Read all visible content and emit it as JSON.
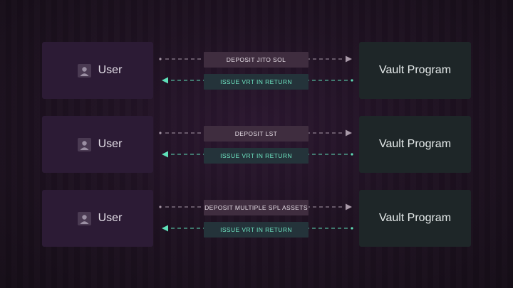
{
  "rows": [
    {
      "user_label": "User",
      "program_label": "Vault Program",
      "request_label": "DEPOSIT JITO SOL",
      "response_label": "ISSUE VRT IN RETURN"
    },
    {
      "user_label": "User",
      "program_label": "Vault Program",
      "request_label": "DEPOSIT LST",
      "response_label": "ISSUE VRT IN RETURN"
    },
    {
      "user_label": "User",
      "program_label": "Vault Program",
      "request_label": "DEPOSIT MULTIPLE SPL ASSETS",
      "response_label": "ISSUE VRT IN RETURN"
    }
  ],
  "colors": {
    "request_arrow": "#a99aa9",
    "response_arrow": "#5fe0b9",
    "user_box": "#2c1b35",
    "program_box": "#1e2628"
  },
  "icons": {
    "user": "person-icon"
  }
}
